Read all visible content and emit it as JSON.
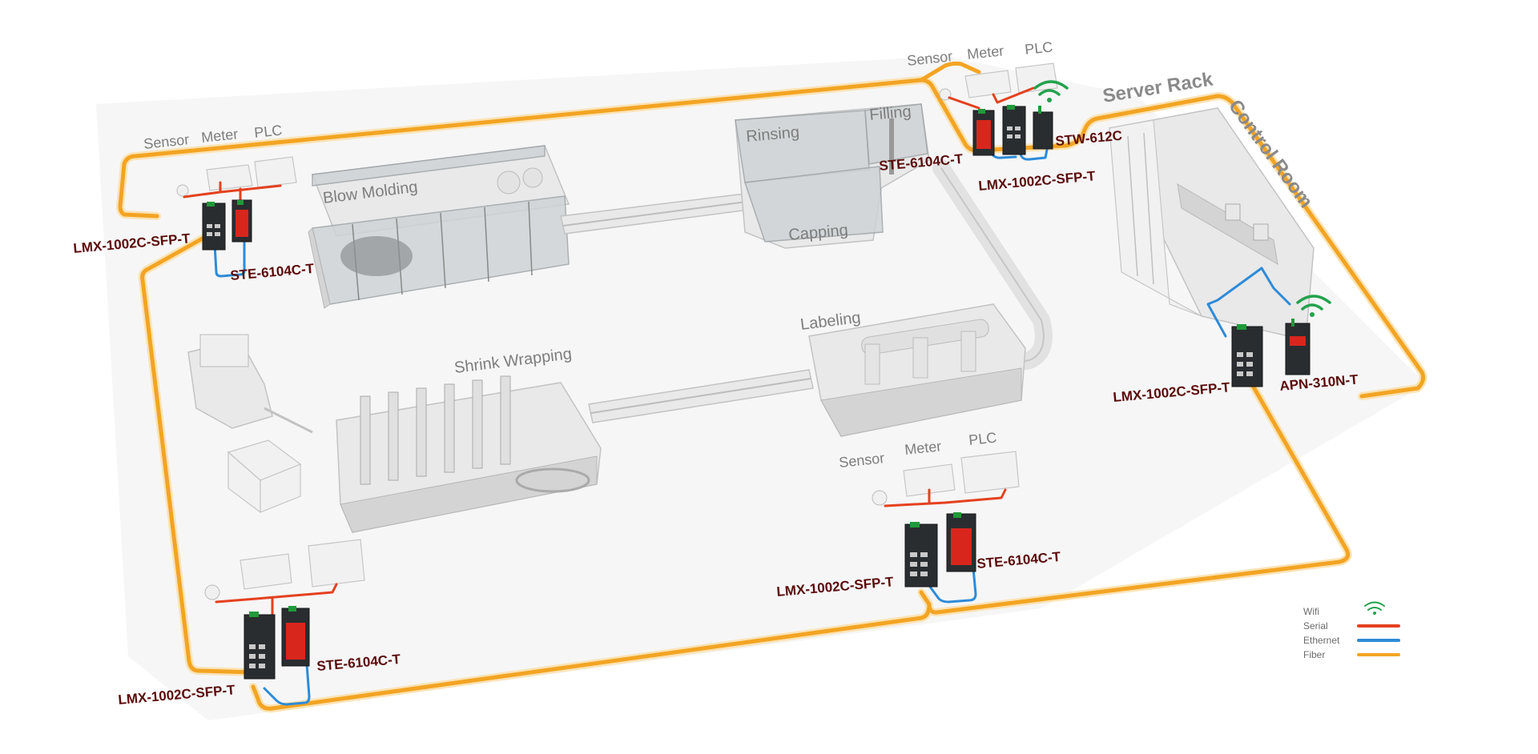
{
  "areas": {
    "blow_molding": "Blow Molding",
    "rinsing": "Rinsing",
    "filling": "Filling",
    "capping": "Capping",
    "labeling": "Labeling",
    "shrink_wrapping": "Shrink Wrapping",
    "server_rack": "Server Rack",
    "control_room": "Control Room"
  },
  "io_labels": {
    "top_left": [
      "Sensor",
      "Meter",
      "PLC"
    ],
    "top_right": [
      "Sensor",
      "Meter",
      "PLC"
    ],
    "bottom_center": [
      "Sensor",
      "Meter",
      "PLC"
    ]
  },
  "devices": {
    "tl_switch": "LMX-1002C-SFP-T",
    "tl_server": "STE-6104C-T",
    "tr_server": "STE-6104C-T",
    "tr_wifi": "STW-612C",
    "tr_switch": "LMX-1002C-SFP-T",
    "cr_switch": "LMX-1002C-SFP-T",
    "cr_ap": "APN-310N-T",
    "bc_switch": "LMX-1002C-SFP-T",
    "bc_server": "STE-6104C-T",
    "bl_switch": "LMX-1002C-SFP-T",
    "bl_server": "STE-6104C-T"
  },
  "legend": {
    "items": [
      {
        "label": "Wifi",
        "color": "#23a24d"
      },
      {
        "label": "Serial",
        "color": "#e4411f"
      },
      {
        "label": "Ethernet",
        "color": "#2e8bd8"
      },
      {
        "label": "Fiber",
        "color": "#f3a423"
      }
    ]
  }
}
